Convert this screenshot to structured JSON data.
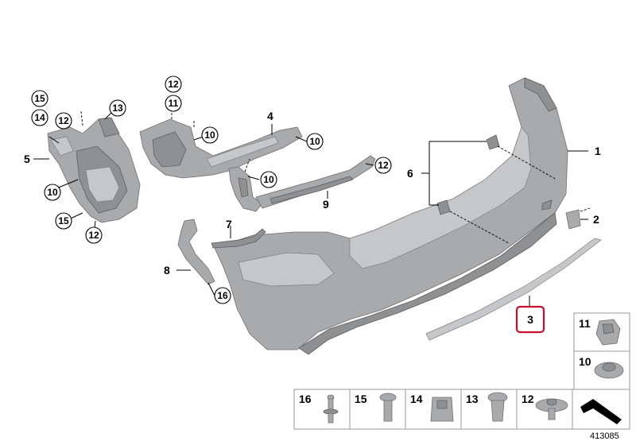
{
  "callouts": {
    "c1": "1",
    "c2": "2",
    "c3": "3",
    "c4": "4",
    "c5": "5",
    "c6": "6",
    "c7": "7",
    "c8": "8",
    "c9": "9"
  },
  "circles": {
    "l15a": "15",
    "l14": "14",
    "l12a": "12",
    "l13": "13",
    "l10a": "10",
    "l15b": "15",
    "l12b": "12",
    "m12": "12",
    "m11": "11",
    "m10a": "10",
    "m10b": "10",
    "m12b": "12",
    "m10c": "10",
    "r16": "16"
  },
  "fasteners": [
    {
      "num": "16"
    },
    {
      "num": "15"
    },
    {
      "num": "14"
    },
    {
      "num": "13"
    },
    {
      "num": "12"
    }
  ],
  "side_boxes": [
    {
      "num": "11"
    },
    {
      "num": "10"
    }
  ],
  "highlight": {
    "label": "3",
    "color": "#c8102e"
  },
  "diagram_id": "413085"
}
